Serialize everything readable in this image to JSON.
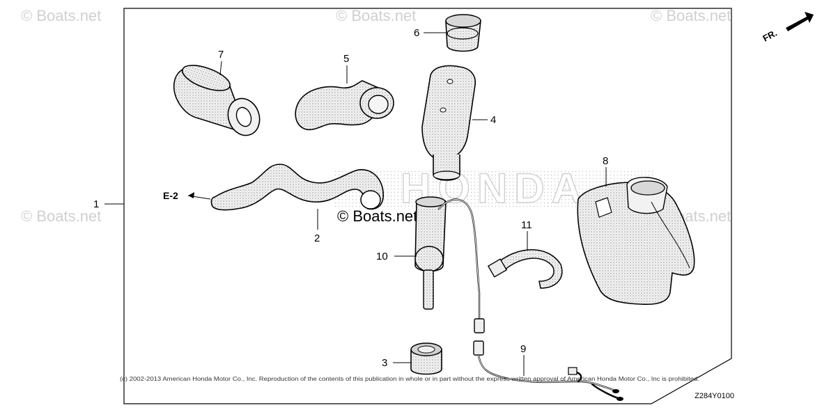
{
  "watermark": {
    "brand_text": "© Boats.net",
    "logo_text": "HONDA"
  },
  "direction_indicator": "FR.",
  "reference": "E-2",
  "diagram_code": "Z284Y0100",
  "copyright_notice": "(c) 2002-2013 American Honda Motor Co., Inc. Reproduction of the contents of this publication in whole or in part without the express written approval of American Honda Motor Co., Inc is prohibited.",
  "callouts": {
    "c1": "1",
    "c2": "2",
    "c3": "3",
    "c4": "4",
    "c5": "5",
    "c6": "6",
    "c7": "7",
    "c8": "8",
    "c9": "9",
    "c10": "10",
    "c11": "11"
  }
}
